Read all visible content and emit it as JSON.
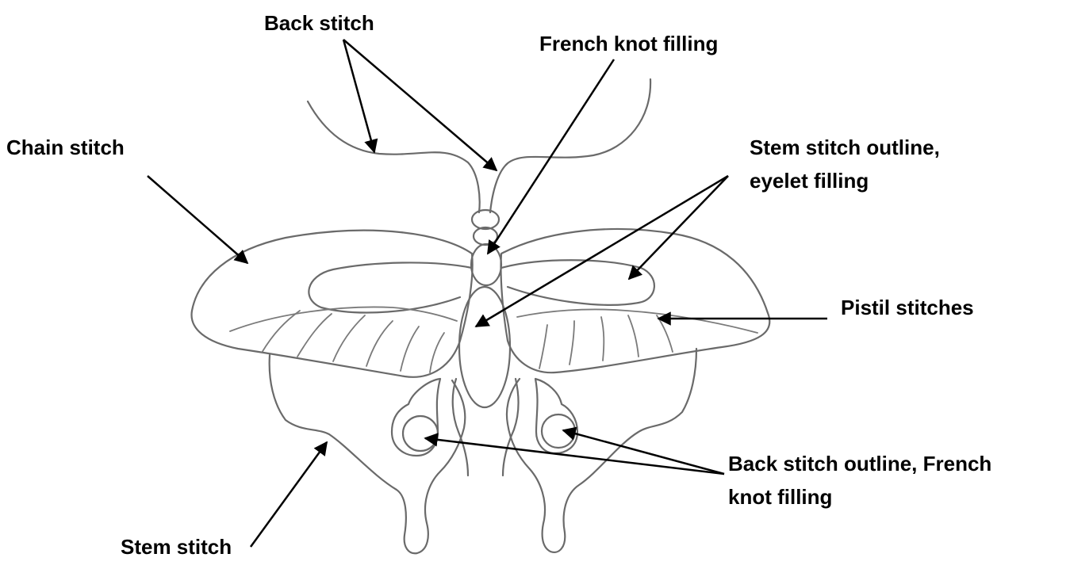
{
  "colors": {
    "outline": "#6a6a6a",
    "leader": "#000000",
    "text": "#000000",
    "background": "#ffffff"
  },
  "labels": {
    "back_stitch": "Back stitch",
    "french_knot_filling": "French knot filling",
    "chain_stitch": "Chain stitch",
    "stem_outline_line1": "Stem stitch outline,",
    "stem_outline_line2": "eyelet filling",
    "pistil_stitches": "Pistil stitches",
    "back_outline_line1": "Back stitch outline, French",
    "back_outline_line2": "knot filling",
    "stem_stitch": "Stem stitch"
  }
}
